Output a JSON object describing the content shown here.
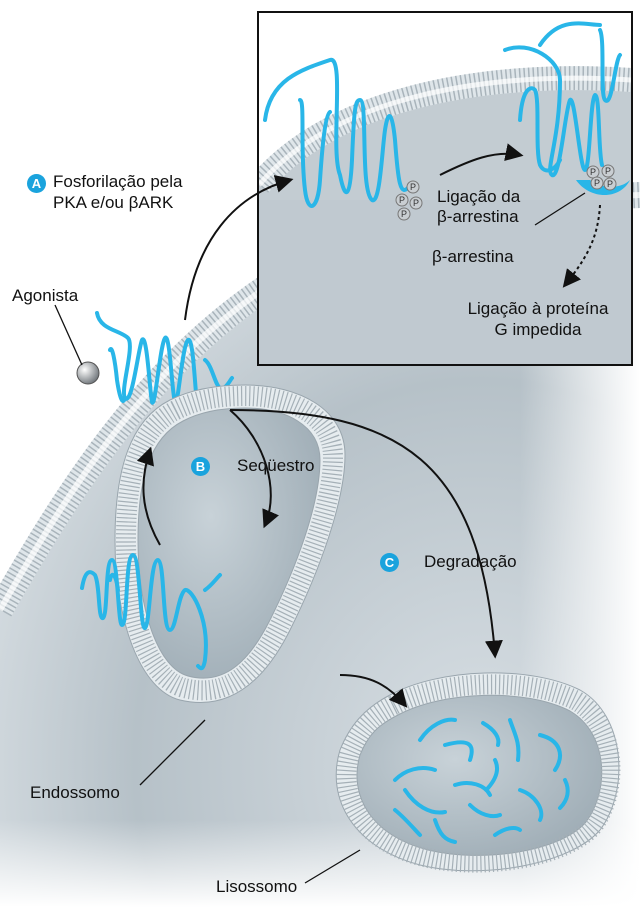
{
  "colors": {
    "receptor": "#29b6e8",
    "membrane_head": "#f3f6f8",
    "membrane_outline": "#9aa6ae",
    "interior": "#b8c3ca",
    "badge": "#1aa3dd",
    "phosphate": "#c9ced2"
  },
  "steps": {
    "a": {
      "badge": "A",
      "label_line1": "Fosforilação pela",
      "label_line2": "PKA e/ou βARK"
    },
    "b": {
      "badge": "B",
      "label": "Seqüestro"
    },
    "c": {
      "badge": "C",
      "label": "Degradação"
    }
  },
  "labels": {
    "agonist": "Agonista",
    "endosome": "Endossomo",
    "lysosome": "Lisossomo"
  },
  "inset": {
    "binding_line1": "Ligação da",
    "binding_line2": "β-arrestina",
    "arrestin": "β-arrestina",
    "blocked_line1": "Ligação à proteína",
    "blocked_line2": "G impedida",
    "phosphate_symbol": "P"
  }
}
